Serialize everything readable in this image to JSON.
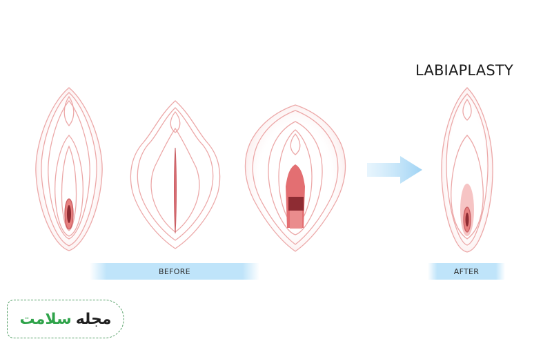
{
  "title": "LABIAPLASTY",
  "before_label": "BEFORE",
  "after_label": "AFTER",
  "logo": {
    "word1": "مجله",
    "word2": "سلامت",
    "accent_color": "#2fa34a"
  },
  "colors": {
    "outline": "#eca8a8",
    "arrow": "#a9d8f5",
    "label_bg": "#bfe4fa",
    "tissue": "#e36f72",
    "dark": "#8e2c33"
  }
}
